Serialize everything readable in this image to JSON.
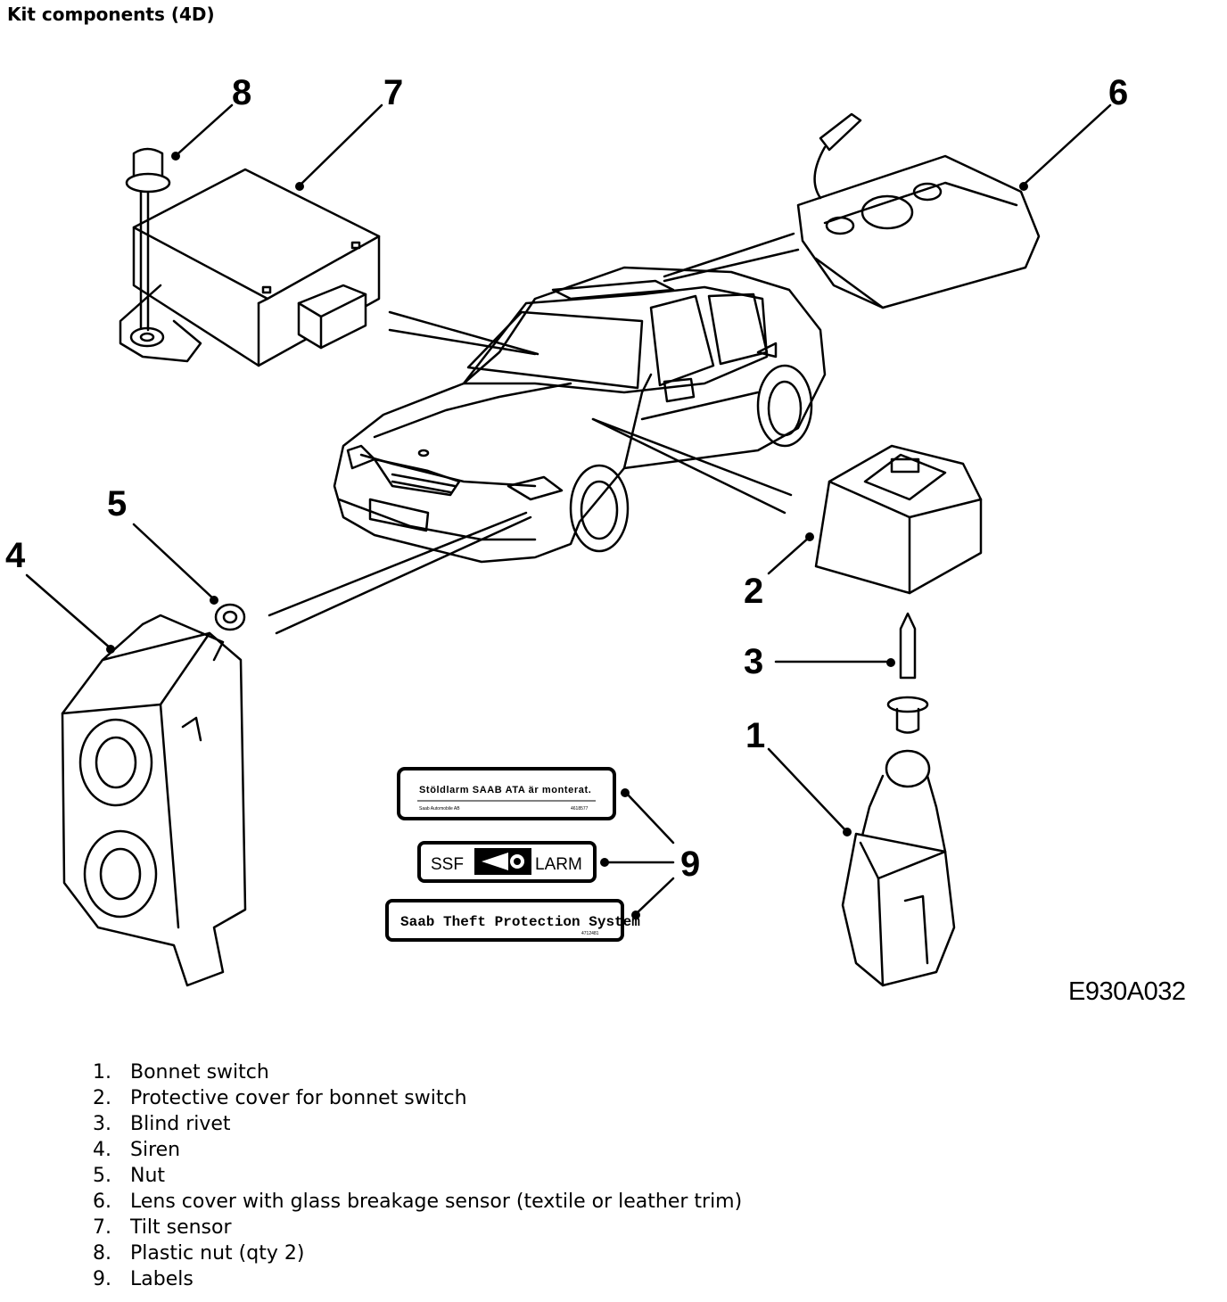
{
  "title": "Kit components (4D)",
  "figure_code": "E930A032",
  "callouts": [
    "8",
    "7",
    "6",
    "5",
    "4",
    "2",
    "3",
    "1",
    "9"
  ],
  "labels": {
    "label_a_line1": "Stöldlarm SAAB ATA är monterat.",
    "label_a_small_left": "Saab Automobile AB",
    "label_a_small_right": "4618577",
    "label_b_left": "SSF",
    "label_b_right": "LARM",
    "label_c_text": "Saab Theft Protection System",
    "label_c_small": "4712481"
  },
  "legend": [
    {
      "num": "1.",
      "text": "Bonnet switch"
    },
    {
      "num": "2.",
      "text": "Protective cover for bonnet switch"
    },
    {
      "num": "3.",
      "text": "Blind rivet"
    },
    {
      "num": "4.",
      "text": "Siren"
    },
    {
      "num": "5.",
      "text": "Nut"
    },
    {
      "num": "6.",
      "text": "Lens cover with glass breakage sensor (textile or leather trim)"
    },
    {
      "num": "7.",
      "text": "Tilt sensor"
    },
    {
      "num": "8.",
      "text": "Plastic nut (qty 2)"
    },
    {
      "num": "9.",
      "text": "Labels"
    }
  ]
}
